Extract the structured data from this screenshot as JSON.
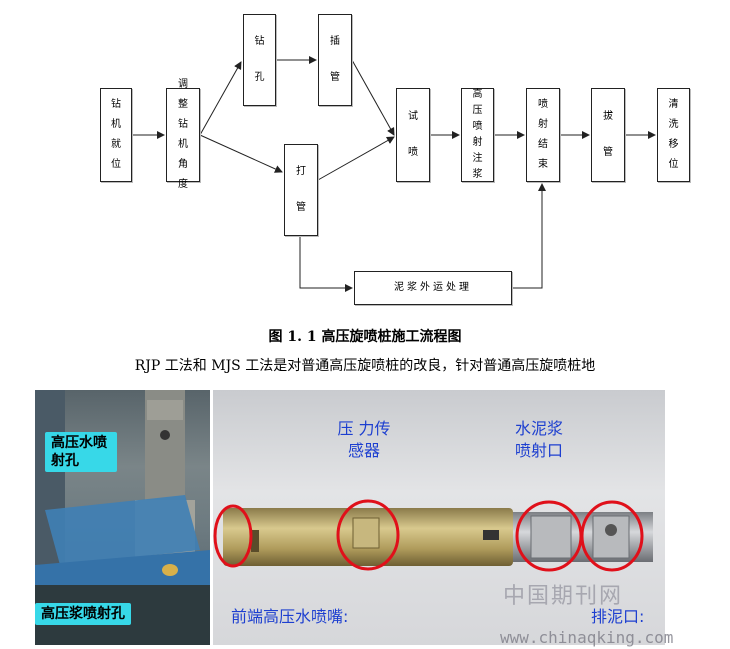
{
  "flowchart": {
    "nodes": {
      "n1": "钻机就位",
      "n2": "调整钻机角度",
      "n3": "钻孔",
      "n4": "插管",
      "n5": "打管",
      "n6": "试喷",
      "n7": "高压喷射注浆",
      "n8": "喷射结束",
      "n9": "拔管",
      "n10": "清洗移位",
      "n11": "泥浆外运处理"
    }
  },
  "caption": "图 1. 1  高压旋喷桩施工流程图",
  "body_text": "RJP 工法和 MJS 工法是对普通高压旋喷桩的改良，针对普通高压旋喷桩地",
  "photo_left": {
    "label_top": "高压水喷射孔",
    "label_bottom": "高压浆喷射孔"
  },
  "photo_right": {
    "label_pressure": "压 力传感器",
    "label_cement": "水泥浆喷射口",
    "label_front": "前端高压水喷嘴:",
    "label_drain": "排泥口:",
    "watermark_cn": "中国期刊网",
    "watermark_url": "www.chinaqking.com"
  }
}
